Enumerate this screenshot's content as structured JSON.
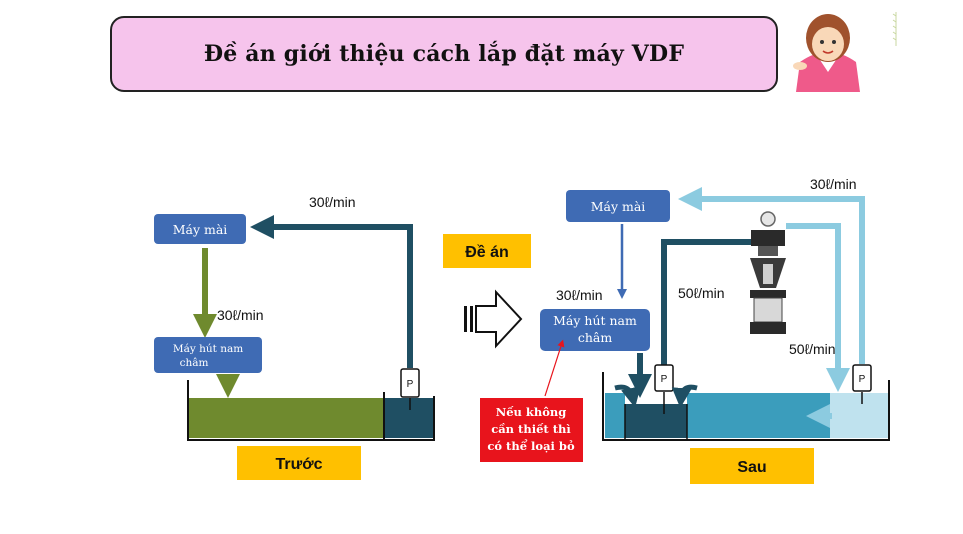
{
  "title": "Đề án giới thiệu cách lắp đặt máy VDF",
  "center_tag": "Đề án",
  "before": {
    "tag": "Trước",
    "grinder": "Máy mài",
    "magnet_line1": "Máy hút nam",
    "magnet_line2": "châm",
    "flow_top": "30ℓ/min",
    "flow_down": "30ℓ/min",
    "pump": "P"
  },
  "after": {
    "tag": "Sau",
    "grinder": "Máy mài",
    "magnet_line1": "Máy hút nam",
    "magnet_line2": "châm",
    "flow_top": "30ℓ/min",
    "flow_magnet": "30ℓ/min",
    "flow_vdf": "50ℓ/min",
    "flow_right": "50ℓ/min",
    "pump_left": "P",
    "pump_right": "P",
    "note_line1": "Nếu không",
    "note_line2": "cần thiết thì",
    "note_line3": "có thể loại bỏ"
  },
  "colors": {
    "title_bg": "#f6c4ec",
    "box_blue": "#3f6bb4",
    "olive": "#6f8a2e",
    "dark_teal": "#1f4f63",
    "mid_teal": "#3b9dbc",
    "light_blue": "#8ccbe0",
    "tag_yellow": "#ffc000",
    "note_red": "#e8141c"
  }
}
